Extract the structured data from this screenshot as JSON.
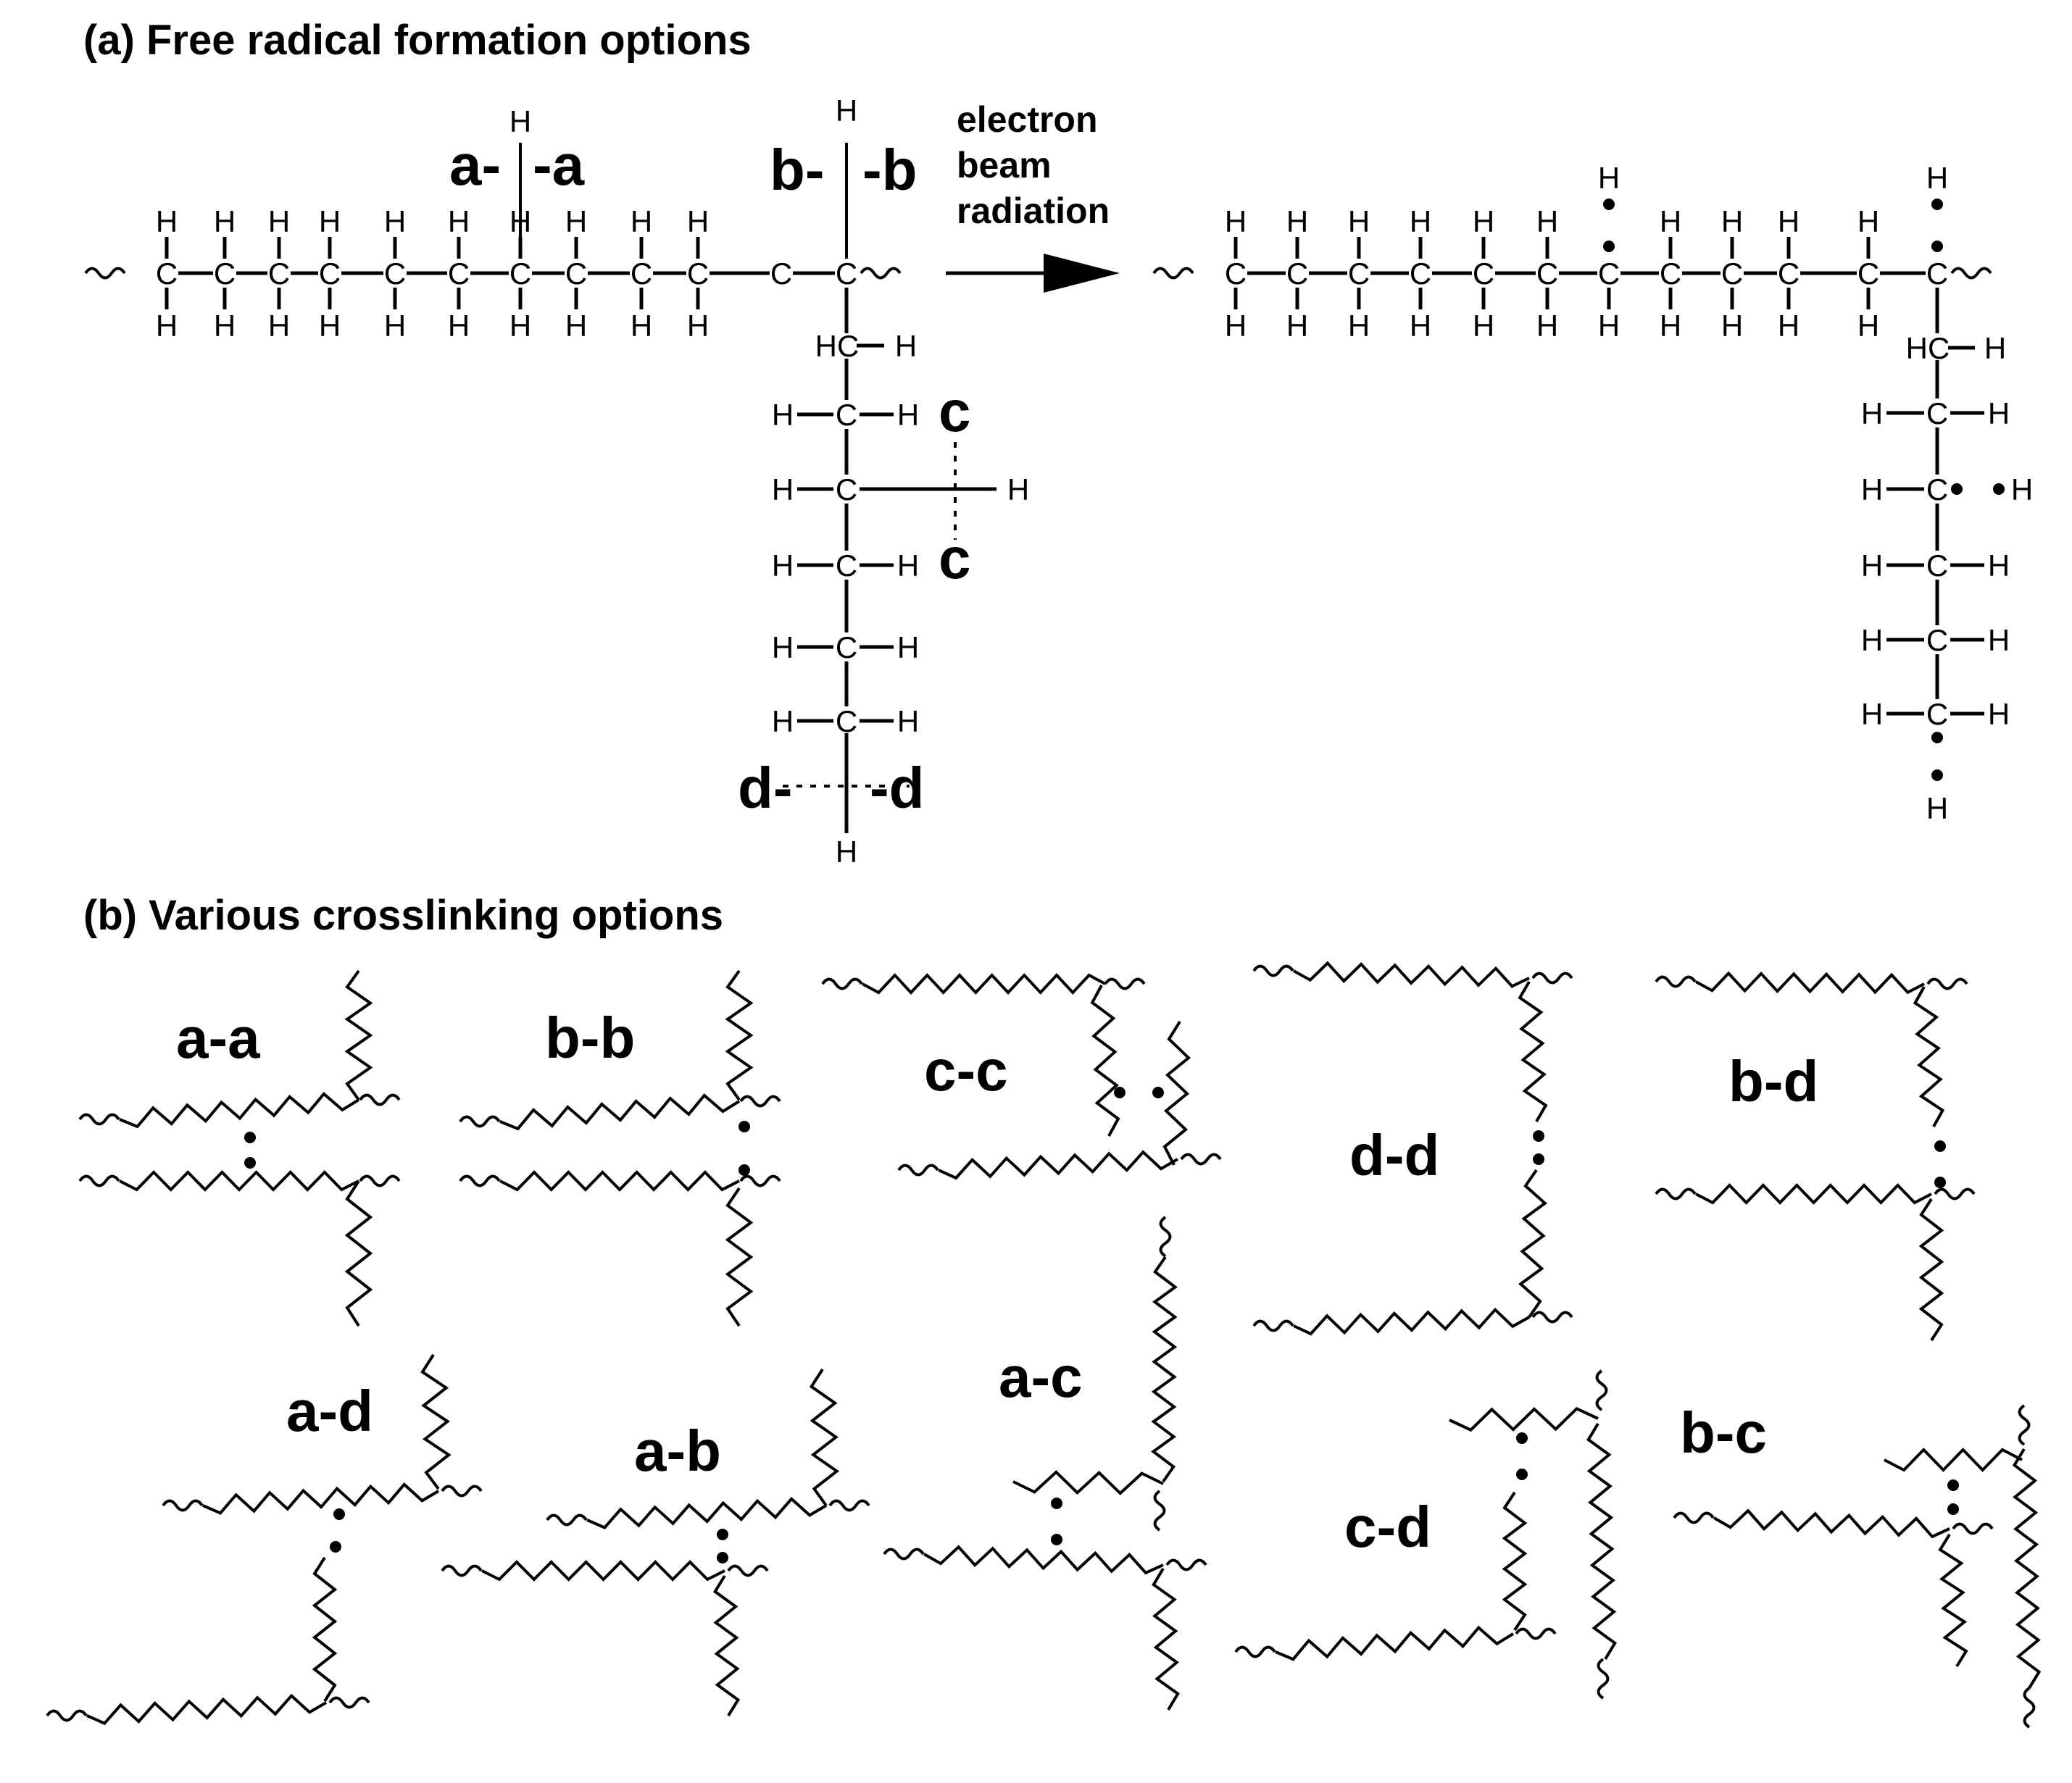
{
  "headings": {
    "a": "(a) Free radical formation options",
    "b": "(b) Various crosslinking options"
  },
  "atoms": {
    "carbon": "C",
    "hydrogen": "H"
  },
  "arrow_label": [
    "electron",
    "beam",
    "radiation"
  ],
  "scission_labels": {
    "a_left": "a-",
    "a_right": "-a",
    "b_left": "b-",
    "b_right": "-b",
    "c": "c",
    "d_left": "d-",
    "d_right": "-d"
  },
  "crosslink_pairs": [
    "a-a",
    "b-b",
    "c-c",
    "d-d",
    "b-d",
    "a-d",
    "a-b",
    "a-c",
    "c-d",
    "b-c"
  ]
}
